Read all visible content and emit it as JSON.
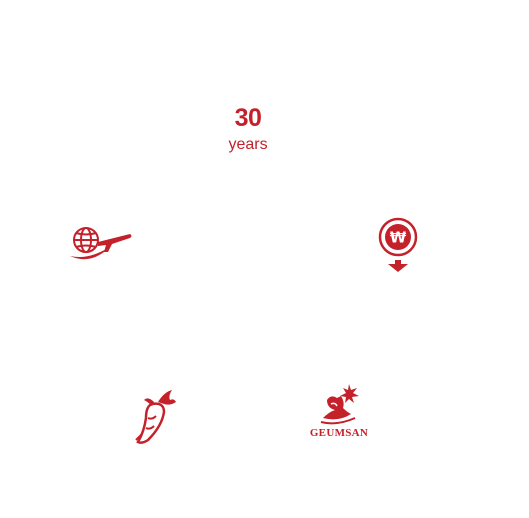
{
  "center": {
    "years_number": "30",
    "years_label": "years"
  },
  "icons": {
    "export": "globe-airplane-icon",
    "price": "won-coin-down-arrow-icon",
    "product": "ginseng-root-icon",
    "brand": "geumsan-logo"
  },
  "brand": {
    "logo_text": "GEUMSAN"
  },
  "colors": {
    "accent": "#c4212b",
    "background": "#ffffff"
  }
}
